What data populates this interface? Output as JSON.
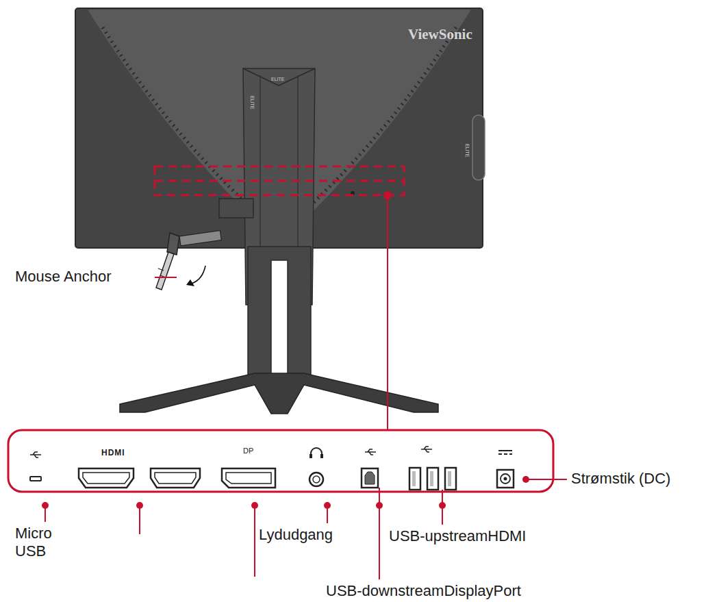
{
  "diagram": {
    "labels": [
      "ViewSonic",
      "ELITE",
      "ELITE",
      "ELITE",
      "Mouse Anchor",
      "HDMI",
      "DP",
      "Micro USB",
      "Lydudgang",
      "USB-upstreamHDMI",
      "USB-downstreamDisplayPort",
      "Strømstik (DC)"
    ]
  }
}
